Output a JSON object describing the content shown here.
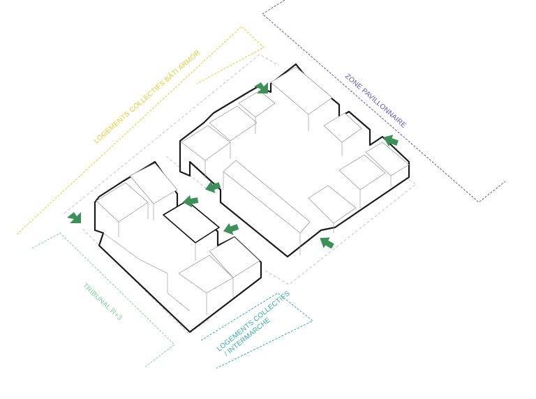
{
  "labels": {
    "logements_bati_armor": "LOGEMENTS  COLLECTIFS BÂTI ARMOR",
    "zone_pavillonnaire": "ZONE PAVILLONNAIRE",
    "tribunal": "TRIBUNAL R+3",
    "logements_intermarche_line1": "LOGEMENTS COLLECTIFS",
    "logements_intermarche_line2": "/ INTERMARCHE"
  },
  "colors": {
    "bati_armor": "#e0cc3c",
    "pavillonnaire": "#5b57b0",
    "tribunal": "#7fcf9c",
    "intermarche": "#3ca7a2",
    "arrow": "#3f8f5a"
  },
  "icons": [
    "entrance-arrow-icon"
  ]
}
